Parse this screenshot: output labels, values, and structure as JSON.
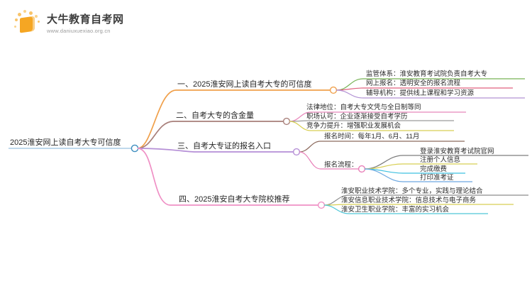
{
  "logo": {
    "name": "大牛教育自考网",
    "url": "www.daniuxuexiao.org.cn",
    "mark_icon": "book-icon",
    "accent": "#f5a623"
  },
  "mindmap": {
    "root": {
      "label": "2025淮安网上读自考大专可信度",
      "underline_color": "#7fb2d8"
    },
    "branches": [
      {
        "label": "一、2025淮安网上读自考大专的可信度",
        "color": "#f0a04b",
        "children": [
          {
            "label": "监管体系：淮安教育考试院负责自考大专",
            "color": "#77b255"
          },
          {
            "label": "网上报名：透明安全的报名流程",
            "color": "#e0607e"
          },
          {
            "label": "辅导机构：提供线上课程和学习资源",
            "color": "#b292d4"
          }
        ]
      },
      {
        "label": "二、自考大专的含金量",
        "color": "#a87f7a",
        "children": [
          {
            "label": "法律地位：自考大专文凭与全日制等同",
            "color": "#e888bb"
          },
          {
            "label": "职场认可：企业逐渐接受自考学历",
            "color": "#9a9a9a"
          },
          {
            "label": "竞争力提升：增强职业发展机会",
            "color": "#d8cf54"
          }
        ]
      },
      {
        "label": "三、自考大专证的报名入口",
        "color": "#b58fd6",
        "children": [
          {
            "label": "报名时间：每年1月、6月、11月",
            "color": "#8c6a5d",
            "children": []
          },
          {
            "label": "报名流程：",
            "color": "#e87fb8",
            "children": [
              {
                "label": "登录淮安教育考试院官网",
                "color": "#7d7d7d"
              },
              {
                "label": "注册个人信息",
                "color": "#d8cf54"
              },
              {
                "label": "完成缴费",
                "color": "#3fc0e0"
              },
              {
                "label": "打印准考证",
                "color": "#6ea8e0"
              }
            ]
          }
        ]
      },
      {
        "label": "四、2025淮安自考大专院校推荐",
        "color": "#ef90c5",
        "children": [
          {
            "label": "淮安职业技术学院：多个专业，实践与理论结合",
            "color": "#8d8d8d"
          },
          {
            "label": "淮安信息职业技术学院：信息技术与电子商务",
            "color": "#d8cf54"
          },
          {
            "label": "淮安卫生职业学院：丰富的实习机会",
            "color": "#4fc7d8"
          }
        ]
      }
    ]
  }
}
